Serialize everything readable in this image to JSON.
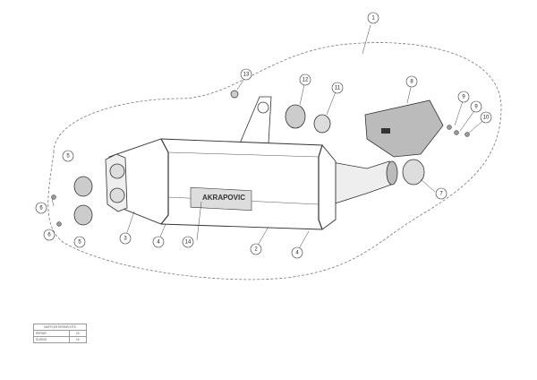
{
  "callouts": [
    "1",
    "2",
    "3",
    "4",
    "4",
    "5",
    "5",
    "6",
    "6",
    "7",
    "8",
    "9",
    "9",
    "10",
    "11",
    "12",
    "13",
    "14"
  ],
  "logo_text": "AKRAPOVIC",
  "kit_table": {
    "title": "MUFFLER REPAIR KITS",
    "rows": [
      {
        "name": "REPAIR",
        "ref": "15"
      },
      {
        "name": "SLEEVE",
        "ref": "16"
      }
    ]
  }
}
